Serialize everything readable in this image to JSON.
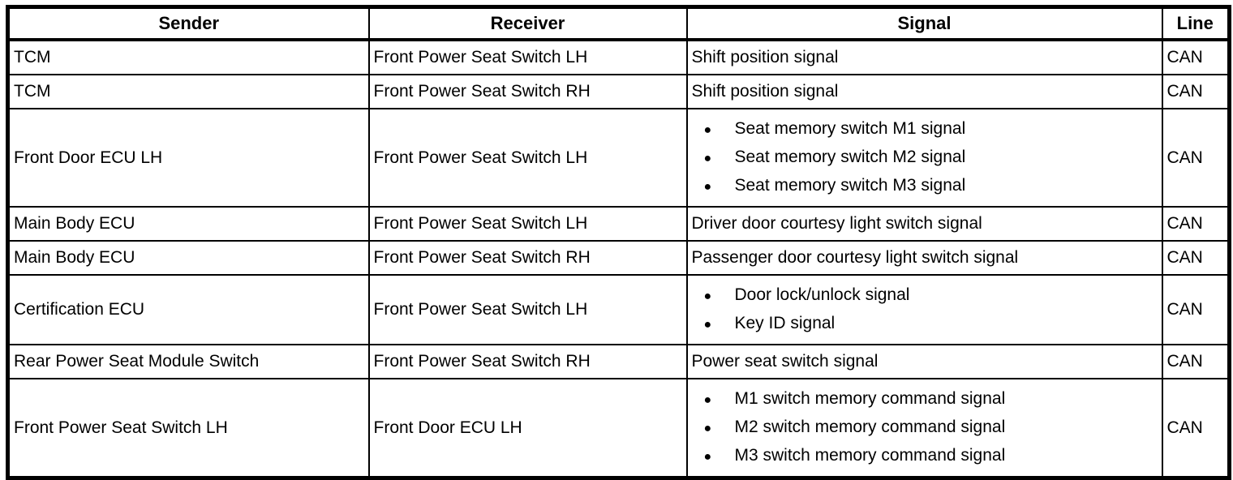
{
  "icons": {
    "bullet_icon": "●"
  },
  "table": {
    "headers": [
      "Sender",
      "Receiver",
      "Signal",
      "Line"
    ],
    "rows": [
      {
        "sender": "TCM",
        "receiver": "Front Power Seat Switch LH",
        "bulleted": false,
        "signals": [
          "Shift position signal"
        ],
        "line": "CAN"
      },
      {
        "sender": "TCM",
        "receiver": "Front Power Seat Switch RH",
        "bulleted": false,
        "signals": [
          "Shift position signal"
        ],
        "line": "CAN"
      },
      {
        "sender": "Front Door ECU LH",
        "receiver": "Front Power Seat Switch LH",
        "bulleted": true,
        "signals": [
          "Seat memory switch M1 signal",
          "Seat memory switch M2 signal",
          "Seat memory switch M3 signal"
        ],
        "line": "CAN"
      },
      {
        "sender": "Main Body ECU",
        "receiver": "Front Power Seat Switch LH",
        "bulleted": false,
        "signals": [
          "Driver door courtesy light switch signal"
        ],
        "line": "CAN"
      },
      {
        "sender": "Main Body ECU",
        "receiver": "Front Power Seat Switch RH",
        "bulleted": false,
        "signals": [
          "Passenger door courtesy light switch signal"
        ],
        "line": "CAN"
      },
      {
        "sender": "Certification ECU",
        "receiver": "Front Power Seat Switch LH",
        "bulleted": true,
        "signals": [
          "Door lock/unlock signal",
          "Key ID signal"
        ],
        "line": "CAN"
      },
      {
        "sender": "Rear Power Seat Module Switch",
        "receiver": "Front Power Seat Switch RH",
        "bulleted": false,
        "signals": [
          "Power seat switch signal"
        ],
        "line": "CAN"
      },
      {
        "sender": "Front Power Seat Switch LH",
        "receiver": "Front Door ECU LH",
        "bulleted": true,
        "signals": [
          "M1 switch memory command signal",
          "M2 switch memory command signal",
          "M3 switch memory command signal"
        ],
        "line": "CAN"
      }
    ]
  }
}
